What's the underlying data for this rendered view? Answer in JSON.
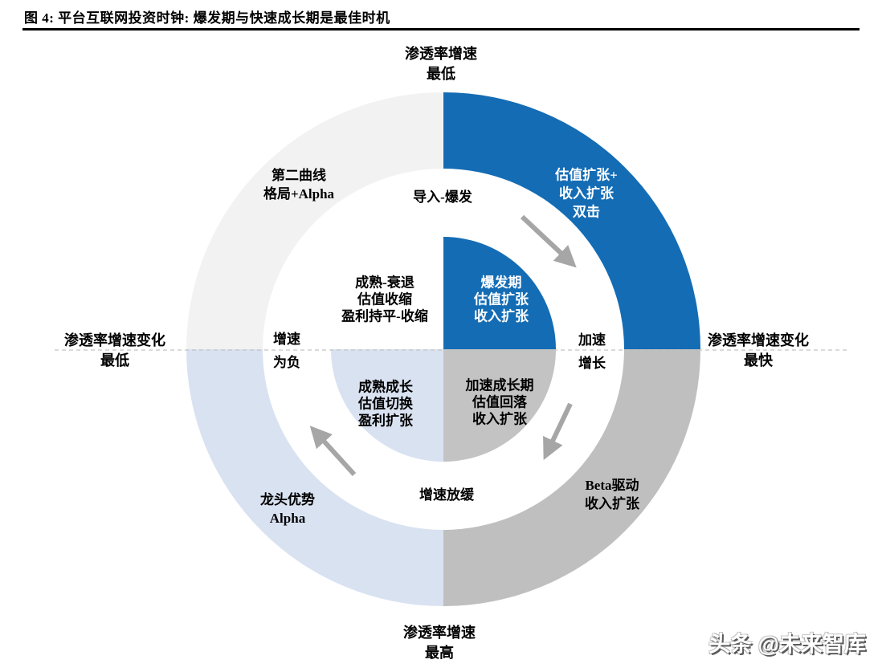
{
  "figure": {
    "title": "图 4: 平台互联网投资时钟: 爆发期与快速成长期是最佳时机",
    "watermark": "头条 @未来智库"
  },
  "diagram": {
    "type": "investment-clock-cycle",
    "rotation": "clockwise",
    "axis_labels": {
      "top": "渗透率增速\n最低",
      "bottom": "渗透率增速\n最高",
      "left": "渗透率增速变化\n最低",
      "right": "渗透率增速变化\n最快"
    },
    "phase_labels": {
      "top": "导入-爆发",
      "right": "加速\n增长",
      "bottom": "增速放缓",
      "left": "增速\n为负"
    },
    "quadrants": [
      {
        "position": "top-right",
        "stage": "爆发期",
        "outer_label": "估值扩张+\n收入扩张\n双击",
        "inner_label": "爆发期\n估值扩张\n收入扩张",
        "outer_color": "#146CB4",
        "inner_color": "#146CB4",
        "text_color": "#FFFFFF"
      },
      {
        "position": "bottom-right",
        "stage": "加速成长期",
        "outer_label": "Beta驱动\n收入扩张",
        "inner_label": "加速成长期\n估值回落\n收入扩张",
        "outer_color": "#BFBFBF",
        "inner_color": "#C3C3C3",
        "text_color": "#000000"
      },
      {
        "position": "bottom-left",
        "stage": "成熟成长",
        "outer_label": "龙头优势\nAlpha",
        "inner_label": "成熟成长\n估值切换\n盈利扩张",
        "outer_color": "#D9E2F1",
        "inner_color": "#D9E2F1",
        "text_color": "#000000"
      },
      {
        "position": "top-left",
        "stage": "成熟-衰退",
        "outer_label": "第二曲线\n格局+Alpha",
        "inner_label": "成熟-衰退\n估值收缩\n盈利持平-收缩",
        "outer_color": "#F2F2F2",
        "inner_color": "#FFFFFF",
        "text_color": "#000000"
      }
    ],
    "arrow_color": "#A6A6A6",
    "dashed_line_color": "#C4C4C4"
  }
}
